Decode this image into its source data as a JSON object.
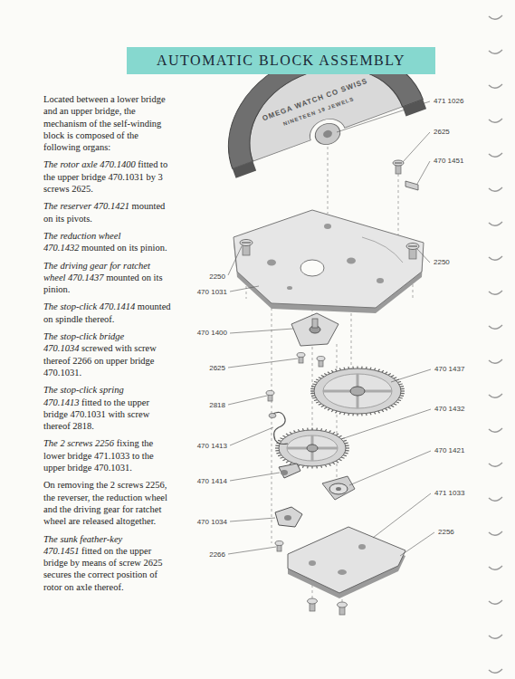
{
  "diagram": {
    "title": "AUTOMATIC BLOCK ASSEMBLY",
    "labels": [
      "Located between a lower bridge and an upper bridge, the mechanism of the self-winding block is composed of the following organs:",
      "The rotor axle 470.1400",
      "fitted to the upper bridge 470.1031 by 3 screws 2625.",
      "The reserver 470.1421",
      "mounted on its pivots.",
      "The reduction wheel 470.1432",
      "mounted on its pinion.",
      "The driving gear for ratchet wheel 470.1437",
      "mounted on its pinion.",
      "The stop-click 470.1414",
      "mounted on spindle thereof.",
      "The stop-click bridge 470.1034",
      "screwed with screw thereof 2266 on upper bridge 470.1031.",
      "The stop-click spring 470.1413",
      "fitted to the upper bridge 470.1031 with screw thereof 2818.",
      "The 2 screws 2256",
      "fixing the lower bridge 471.1033 to the upper bridge 470.1031.",
      "On removing the 2 screws 2256, the reverser, the reduction wheel and the driving gear for ratchet wheel are released altogether.",
      "The sunk feather-key 470.1451",
      "fitted on the upper bridge by means of screw 2625 secures the correct position of rotor on axle thereof.",
      "OMEGA WATCH CO SWISS",
      "NINETEEN 19 JEWELS",
      "471 1026",
      "2625",
      "470 1451",
      "2250",
      "2250",
      "470 1031",
      "470 1400",
      "2625",
      "470 1437",
      "2818",
      "470 1432",
      "470 1413",
      "470 1421",
      "470 1414",
      "471 1033",
      "470 1034",
      "2256",
      "2266"
    ]
  }
}
